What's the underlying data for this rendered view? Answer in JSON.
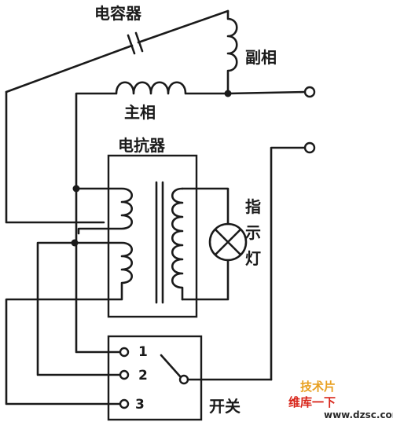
{
  "labels": {
    "capacitor": "电容器",
    "aux_phase": "副相",
    "main_phase": "主相",
    "reactor": "电抗器",
    "indicator": [
      "指",
      "示",
      "灯"
    ],
    "switch": "开关",
    "positions": [
      "1",
      "2",
      "3"
    ]
  },
  "watermark": {
    "logo_text": "技术片",
    "site_name": "维库一下",
    "url": "www.dzsc.com"
  },
  "colors": {
    "ink": "#1a1a1a",
    "watermark_orange": "#e8a020",
    "watermark_red": "#d8261b"
  }
}
